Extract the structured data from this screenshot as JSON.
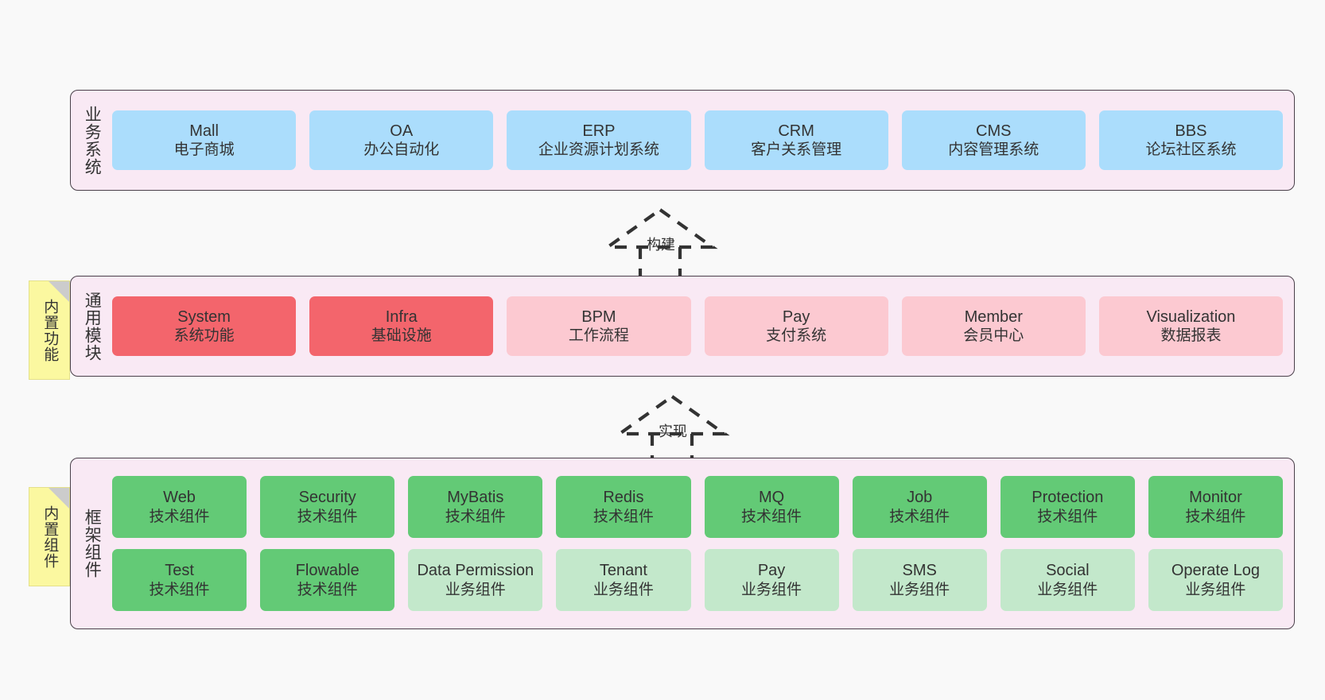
{
  "diagram": {
    "background_color": "#f9f9f9",
    "panel_fill": "#f9e9f4",
    "panel_border": "#4a404a",
    "note_fill": "#fbf8a0"
  },
  "layers": [
    {
      "id": "business-systems",
      "title": "业务系统",
      "rows": [
        {
          "boxes": [
            {
              "name": "Mall",
              "desc": "电子商城",
              "color": "#abddfc",
              "variant": "v-blue"
            },
            {
              "name": "OA",
              "desc": "办公自动化",
              "color": "#abddfc",
              "variant": "v-blue"
            },
            {
              "name": "ERP",
              "desc": "企业资源计划系统",
              "color": "#abddfc",
              "variant": "v-blue"
            },
            {
              "name": "CRM",
              "desc": "客户关系管理",
              "color": "#abddfc",
              "variant": "v-blue"
            },
            {
              "name": "CMS",
              "desc": "内容管理系统",
              "color": "#abddfc",
              "variant": "v-blue"
            },
            {
              "name": "BBS",
              "desc": "论坛社区系统",
              "color": "#abddfc",
              "variant": "v-blue"
            }
          ]
        }
      ]
    },
    {
      "id": "common-modules",
      "title": "通用模块",
      "note": "内置功能",
      "rows": [
        {
          "boxes": [
            {
              "name": "System",
              "desc": "系统功能",
              "color": "#f3656c",
              "variant": "v-red"
            },
            {
              "name": "Infra",
              "desc": "基础设施",
              "color": "#f3656c",
              "variant": "v-red"
            },
            {
              "name": "BPM",
              "desc": "工作流程",
              "color": "#fcc9d1",
              "variant": "v-pink"
            },
            {
              "name": "Pay",
              "desc": "支付系统",
              "color": "#fcc9d1",
              "variant": "v-pink"
            },
            {
              "name": "Member",
              "desc": "会员中心",
              "color": "#fcc9d1",
              "variant": "v-pink"
            },
            {
              "name": "Visualization",
              "desc": "数据报表",
              "color": "#fcc9d1",
              "variant": "v-pink"
            }
          ]
        }
      ]
    },
    {
      "id": "framework-components",
      "title": "框架组件",
      "note": "内置组件",
      "rows": [
        {
          "boxes": [
            {
              "name": "Web",
              "desc": "技术组件",
              "color": "#63ca76",
              "variant": "v-green"
            },
            {
              "name": "Security",
              "desc": "技术组件",
              "color": "#63ca76",
              "variant": "v-green"
            },
            {
              "name": "MyBatis",
              "desc": "技术组件",
              "color": "#63ca76",
              "variant": "v-green"
            },
            {
              "name": "Redis",
              "desc": "技术组件",
              "color": "#63ca76",
              "variant": "v-green"
            },
            {
              "name": "MQ",
              "desc": "技术组件",
              "color": "#63ca76",
              "variant": "v-green"
            },
            {
              "name": "Job",
              "desc": "技术组件",
              "color": "#63ca76",
              "variant": "v-green"
            },
            {
              "name": "Protection",
              "desc": "技术组件",
              "color": "#63ca76",
              "variant": "v-green"
            },
            {
              "name": "Monitor",
              "desc": "技术组件",
              "color": "#63ca76",
              "variant": "v-green"
            }
          ]
        },
        {
          "boxes": [
            {
              "name": "Test",
              "desc": "技术组件",
              "color": "#63ca76",
              "variant": "v-green"
            },
            {
              "name": "Flowable",
              "desc": "技术组件",
              "color": "#63ca76",
              "variant": "v-green"
            },
            {
              "name": "Data Permission",
              "desc": "业务组件",
              "color": "#c3e8cb",
              "variant": "v-lightgreen"
            },
            {
              "name": "Tenant",
              "desc": "业务组件",
              "color": "#c3e8cb",
              "variant": "v-lightgreen"
            },
            {
              "name": "Pay",
              "desc": "业务组件",
              "color": "#c3e8cb",
              "variant": "v-lightgreen"
            },
            {
              "name": "SMS",
              "desc": "业务组件",
              "color": "#c3e8cb",
              "variant": "v-lightgreen"
            },
            {
              "name": "Social",
              "desc": "业务组件",
              "color": "#c3e8cb",
              "variant": "v-lightgreen"
            },
            {
              "name": "Operate Log",
              "desc": "业务组件",
              "color": "#c3e8cb",
              "variant": "v-lightgreen"
            }
          ]
        }
      ]
    }
  ],
  "connectors": [
    {
      "id": "build",
      "label": "构建",
      "from": "common-modules",
      "to": "business-systems"
    },
    {
      "id": "implement",
      "label": "实现",
      "from": "framework-components",
      "to": "common-modules"
    }
  ]
}
